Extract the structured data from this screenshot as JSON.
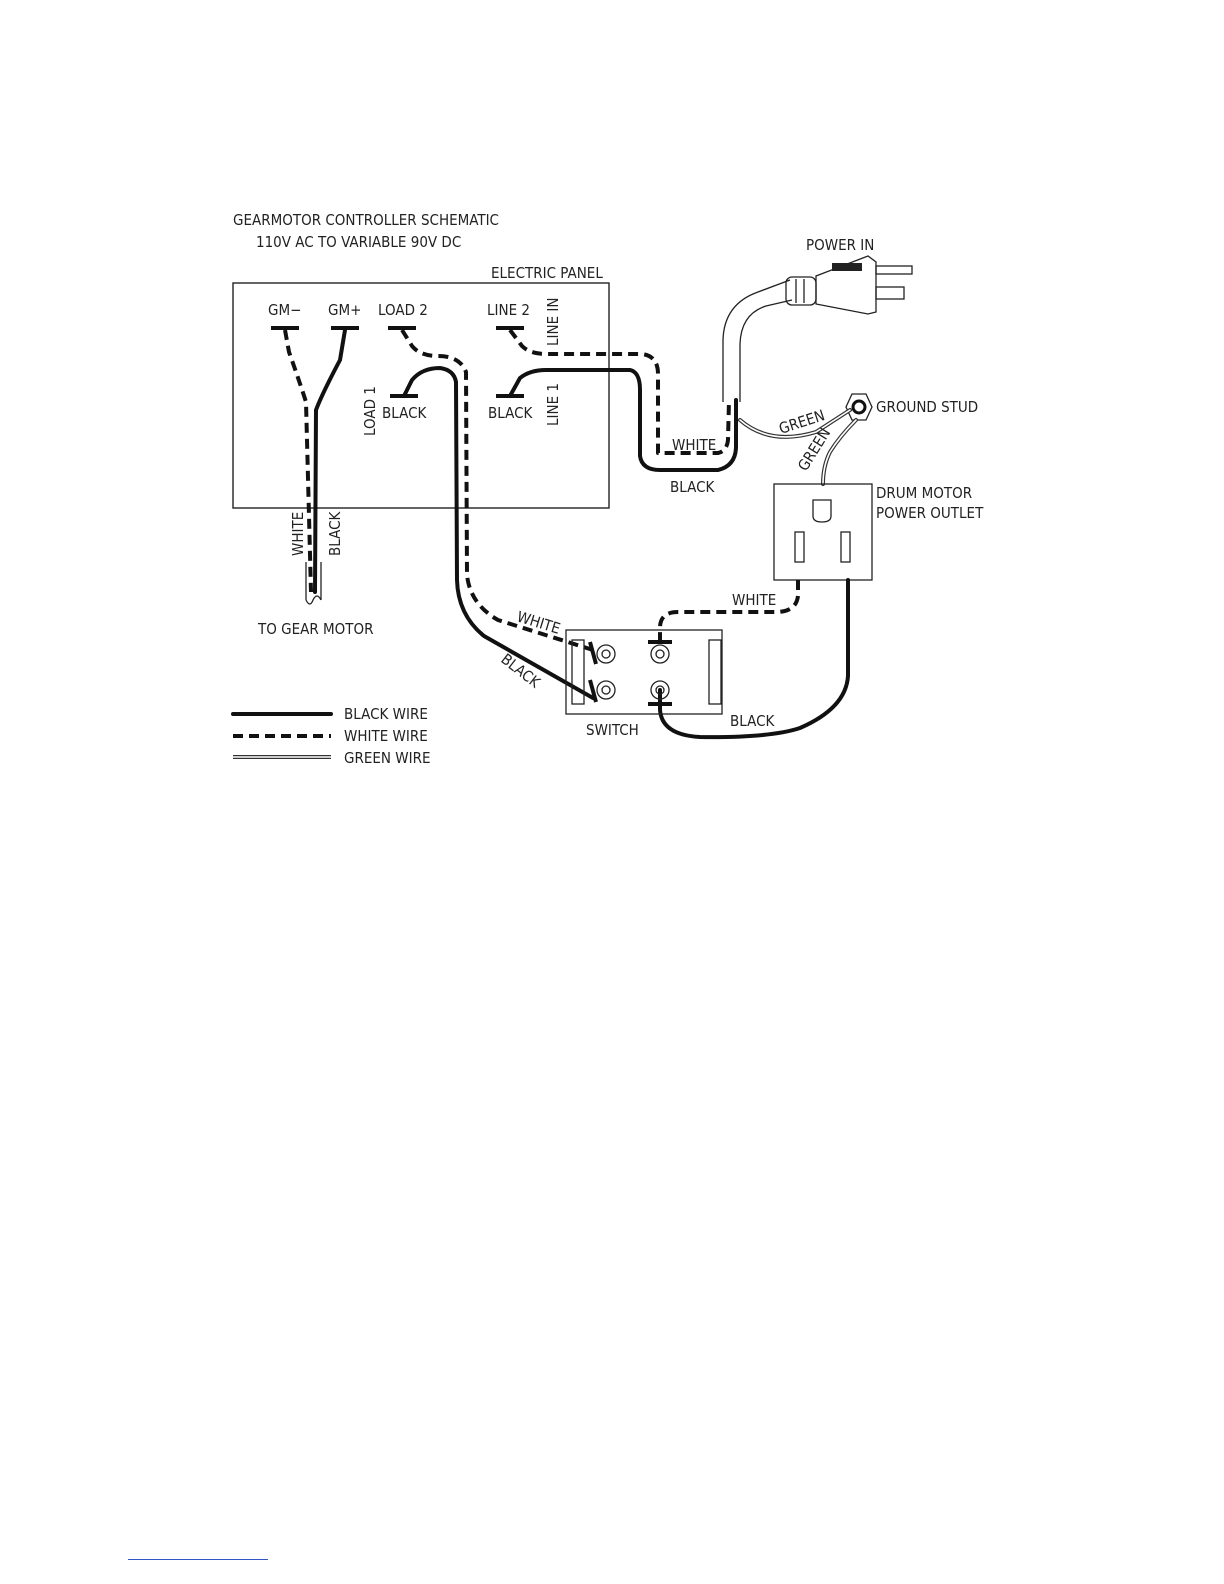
{
  "title": {
    "line1": "GEARMOTOR CONTROLLER SCHEMATIC",
    "line2": "110V AC TO VARIABLE 90V DC"
  },
  "panel": {
    "label": "ELECTRIC PANEL",
    "terminals": {
      "gm_minus": "GM−",
      "gm_plus": "GM+",
      "load2": "LOAD 2",
      "line2": "LINE 2",
      "line_in": "LINE IN",
      "load1": "LOAD 1",
      "line1": "LINE 1",
      "load1_wire": "BLACK",
      "line1_wire": "BLACK"
    }
  },
  "wires": {
    "white": "WHITE",
    "black": "BLACK",
    "green": "GREEN"
  },
  "components": {
    "power_in": "POWER IN",
    "ground_stud": "GROUND STUD",
    "outlet_line1": "DRUM MOTOR",
    "outlet_line2": "POWER OUTLET",
    "switch": "SWITCH",
    "gear_motor": "TO GEAR MOTOR"
  },
  "legend": {
    "black": "BLACK WIRE",
    "white": "WHITE WIRE",
    "green": "GREEN WIRE"
  }
}
